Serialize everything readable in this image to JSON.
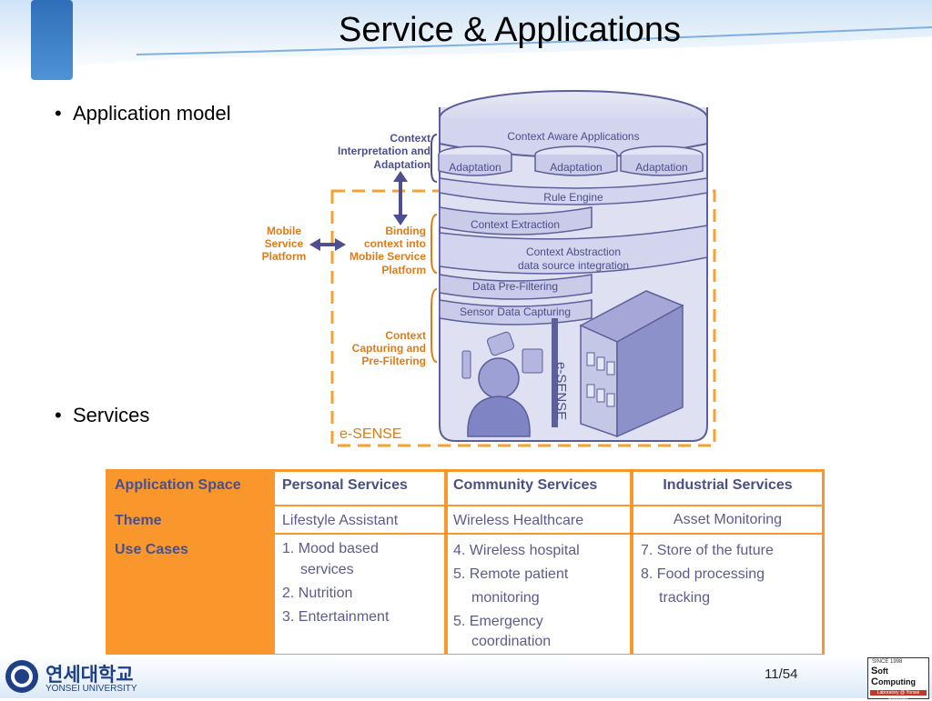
{
  "slide": {
    "title": "Service & Applications",
    "bullets": [
      "Application model",
      "Services"
    ],
    "page": "11/54"
  },
  "diagram": {
    "layers": {
      "top": "Context Aware Applications",
      "adapt1": "Adaptation",
      "adapt2": "Adaptation",
      "adapt3": "Adaptation",
      "rule": "Rule Engine",
      "extract": "Context Extraction",
      "abstract1": "Context Abstraction",
      "abstract2": "data source integration",
      "prefilter": "Data Pre-Filtering",
      "capture": "Sensor Data Capturing"
    },
    "labels": {
      "interp1": "Context",
      "interp2": "Interpretation and",
      "interp3": "Adaptation",
      "mobile1": "Mobile",
      "mobile2": "Service",
      "mobile3": "Platform",
      "bind1": "Binding",
      "bind2": "context into",
      "bind3": "Mobile Service",
      "bind4": "Platform",
      "cap1": "Context",
      "cap2": "Capturing and",
      "cap3": "Pre-Filtering",
      "esense_box": "e-SENSE",
      "esense_vert": "e-SENSE"
    },
    "colors": {
      "orange": "#f7a12e",
      "navy": "#4d4f8f",
      "layer": "#c9cbe8",
      "layer_dark": "#a7aad6"
    }
  },
  "table": {
    "header": {
      "space": "Application Space",
      "personal": "Personal Services",
      "community": "Community Services",
      "industrial": "Industrial Services"
    },
    "theme": {
      "label": "Theme",
      "personal": "Lifestyle Assistant",
      "community": "Wireless Healthcare",
      "industrial": "Asset Monitoring"
    },
    "usecases": {
      "label": "Use Cases",
      "personal": [
        "1. Mood based",
        "services",
        "2. Nutrition",
        "3. Entertainment"
      ],
      "community": [
        "4. Wireless hospital",
        "5. Remote patient",
        "monitoring",
        "5. Emergency",
        "coordination"
      ],
      "industrial": [
        "7. Store of the future",
        "8. Food processing",
        "tracking"
      ]
    }
  },
  "footer": {
    "university_kr": "연세대학교",
    "university_en": "YONSEI UNIVERSITY",
    "lab_line1": "SINCE 1998",
    "lab_soft": "oft",
    "lab_computing": "omputing",
    "lab_s": "S",
    "lab_c": "C",
    "lab_bottom": "Laboratory @ Yonsei University"
  }
}
